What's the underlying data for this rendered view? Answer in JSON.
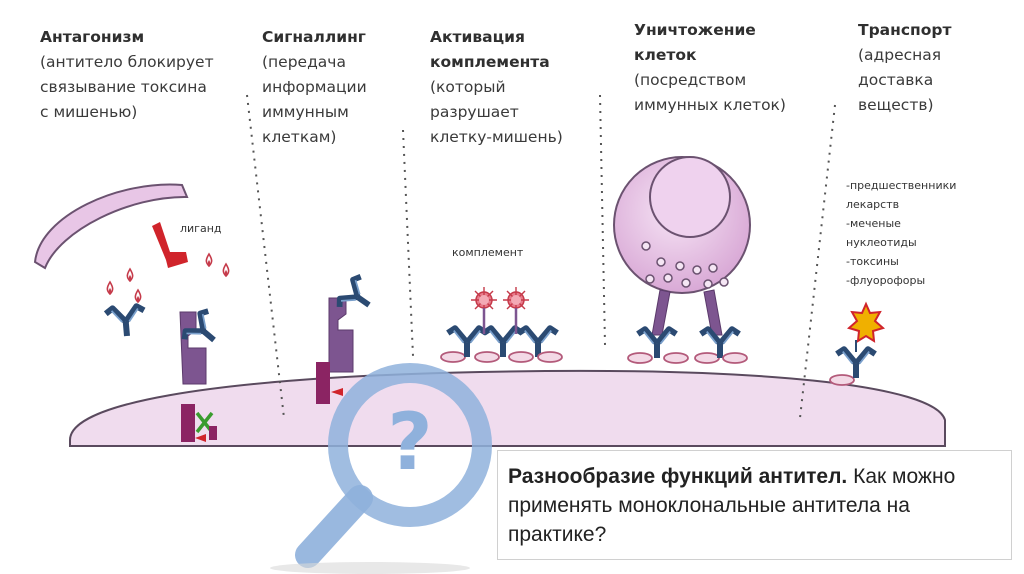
{
  "columns": [
    {
      "title": "Антагонизм",
      "desc": "(антитело блокирует\nсвязывание токсина\nс мишенью)"
    },
    {
      "title": "Сигналлинг",
      "desc": "(передача\nинформации\nиммунным\nклеткам)"
    },
    {
      "title": "Активация\nкомплемента",
      "desc": "(который\nразрушает\nклетку-мишень)"
    },
    {
      "title": "Уничтожение\nклеток",
      "desc": "(посредством\nиммунных клеток)"
    },
    {
      "title": "Транспорт",
      "desc": "(адресная\nдоставка\nвеществ)"
    }
  ],
  "labels": {
    "ligand": "лиганд",
    "complement": "комплемент"
  },
  "transport_items": [
    "-предшественники",
    "лекарств",
    "-меченые",
    "нуклеотиды",
    "-токсины",
    "-флуорофоры"
  ],
  "question": {
    "bold": "Разнообразие функций антител.",
    "rest": "  Как можно применять моноклональные антитела на практике?",
    "icon": "magnifier-question-icon",
    "icon_symbol": "?"
  },
  "colors": {
    "membrane": "#f0dcee",
    "membrane_stroke": "#5a4a5e",
    "antibody": "#2b4a72",
    "receptor": "#7d5590",
    "ligand": "#d0242b",
    "cell": "#e8c6e6",
    "magnifier": "#8fb1dc"
  }
}
